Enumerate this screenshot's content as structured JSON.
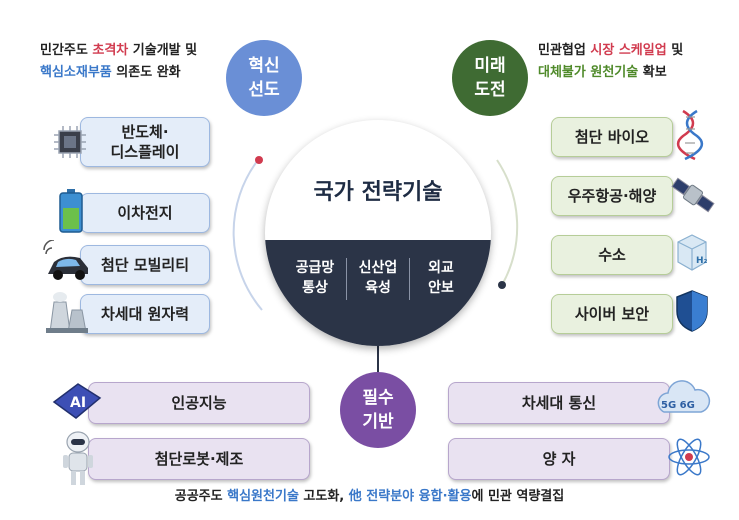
{
  "top_left_caption": {
    "line1_a": "민간주도 ",
    "line1_b": "초격차",
    "line1_c": " 기술개발 및",
    "line2_a": "핵심소재부품",
    "line2_b": " 의존도 완화"
  },
  "top_right_caption": {
    "line1_a": "민관협업 ",
    "line1_b": "시장 스케일업",
    "line1_c": " 및",
    "line2_a": "대체불가 원천기술",
    "line2_b": " 확보"
  },
  "bottom_caption": {
    "part_a": "공공주도 ",
    "part_b": "핵심원천기술",
    "part_c": " 고도화, ",
    "part_d": "他 전략분야 융합·활용",
    "part_e": "에 민관 역량결집"
  },
  "circles": {
    "innovation": "혁신\n선도",
    "future": "미래\n도전",
    "essential": "필수\n기반"
  },
  "center": {
    "title": "국가 전략기술",
    "items": [
      "공급망\n통상",
      "신산업\n육성",
      "외교\n안보"
    ]
  },
  "left_items": [
    {
      "label": "반도체·\n디스플레이",
      "icon": "chip-icon"
    },
    {
      "label": "이차전지",
      "icon": "battery-icon"
    },
    {
      "label": "첨단 모빌리티",
      "icon": "car-icon"
    },
    {
      "label": "차세대 원자력",
      "icon": "nuclear-plant-icon"
    }
  ],
  "right_items": [
    {
      "label": "첨단 바이오",
      "icon": "dna-icon"
    },
    {
      "label": "우주항공·해양",
      "icon": "satellite-icon"
    },
    {
      "label": "수소",
      "icon": "hydrogen-icon",
      "badge": "H₂"
    },
    {
      "label": "사이버 보안",
      "icon": "shield-icon"
    }
  ],
  "bottom_left_items": [
    {
      "label": "인공지능",
      "icon": "ai-icon",
      "badge": "AI"
    },
    {
      "label": "첨단로봇·제조",
      "icon": "robot-icon"
    }
  ],
  "bottom_right_items": [
    {
      "label": "차세대 통신",
      "icon": "cloud-5g6g-icon",
      "badge": "5G 6G"
    },
    {
      "label": "양 자",
      "icon": "atom-icon"
    }
  ],
  "colors": {
    "innovation": "#6a8fd6",
    "future": "#3f6b33",
    "essential": "#7a4ea3",
    "center_dark": "#2b3447",
    "accent_red": "#d13b4f"
  }
}
